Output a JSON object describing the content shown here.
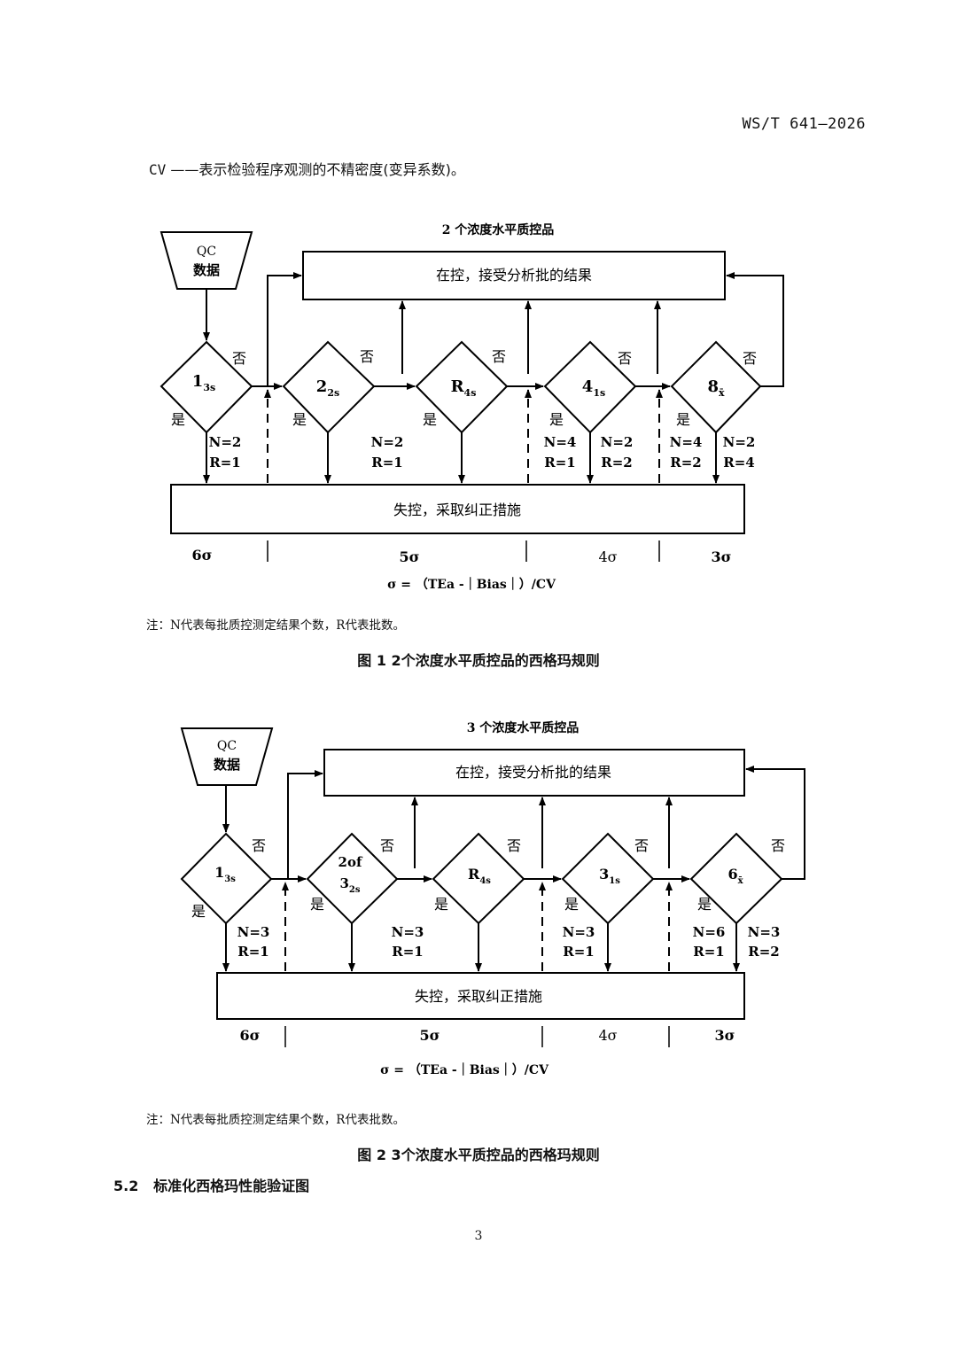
{
  "header": {
    "doc_code": "WS/T 641—2026"
  },
  "definition": {
    "term": "CV",
    "dash": "——",
    "text": "表示检验程序观测的不精密度(变异系数)。"
  },
  "common": {
    "qc_top": "QC",
    "qc_bottom": "数据",
    "in_control": "在控，接受分析批的结果",
    "out_of_control": "失控，采取纠正措施",
    "no": "否",
    "yes": "是",
    "sigma_formula": "σ = （TEa -｜Bias｜）/CV",
    "sigma_6": "6σ",
    "sigma_5": "5σ",
    "sigma_4": "4σ",
    "sigma_3": "3σ"
  },
  "figure1": {
    "title": "2 个浓度水平质控品",
    "rules": [
      {
        "main": "1",
        "sub": "3s"
      },
      {
        "main": "2",
        "sub": "2s"
      },
      {
        "main": "R",
        "sub": "4s"
      },
      {
        "main": "4",
        "sub": "1s"
      },
      {
        "main": "8",
        "sub": "x̄"
      }
    ],
    "nr": [
      {
        "n": "N=2",
        "r": "R=1"
      },
      {
        "n": "N=2",
        "r": "R=1"
      },
      {
        "n": "N=4",
        "r": "R=1"
      },
      {
        "n": "N=2",
        "r": "R=2"
      },
      {
        "n": "N=4",
        "r": "R=2"
      },
      {
        "n": "N=2",
        "r": "R=4"
      }
    ],
    "note": "注：N代表每批质控测定结果个数，R代表批数。",
    "caption": "图 1   2个浓度水平质控品的西格玛规则"
  },
  "figure2": {
    "title": "3 个浓度水平质控品",
    "rules": [
      {
        "main": "1",
        "sub": "3s"
      },
      {
        "main": "2of",
        "main2": "3",
        "sub": "2s"
      },
      {
        "main": "R",
        "sub": "4s"
      },
      {
        "main": "3",
        "sub": "1s"
      },
      {
        "main": "6",
        "sub": "x̄"
      }
    ],
    "nr": [
      {
        "n": "N=3",
        "r": "R=1"
      },
      {
        "n": "N=3",
        "r": "R=1"
      },
      {
        "n": "N=3",
        "r": "R=1"
      },
      {
        "n": "N=6",
        "r": "R=1"
      },
      {
        "n": "N=3",
        "r": "R=2"
      }
    ],
    "note": "注：N代表每批质控测定结果个数，R代表批数。",
    "caption": "图 2   3个浓度水平质控品的西格玛规则"
  },
  "section": {
    "number": "5.2",
    "title": "标准化西格玛性能验证图"
  },
  "footer": {
    "page": "3"
  }
}
